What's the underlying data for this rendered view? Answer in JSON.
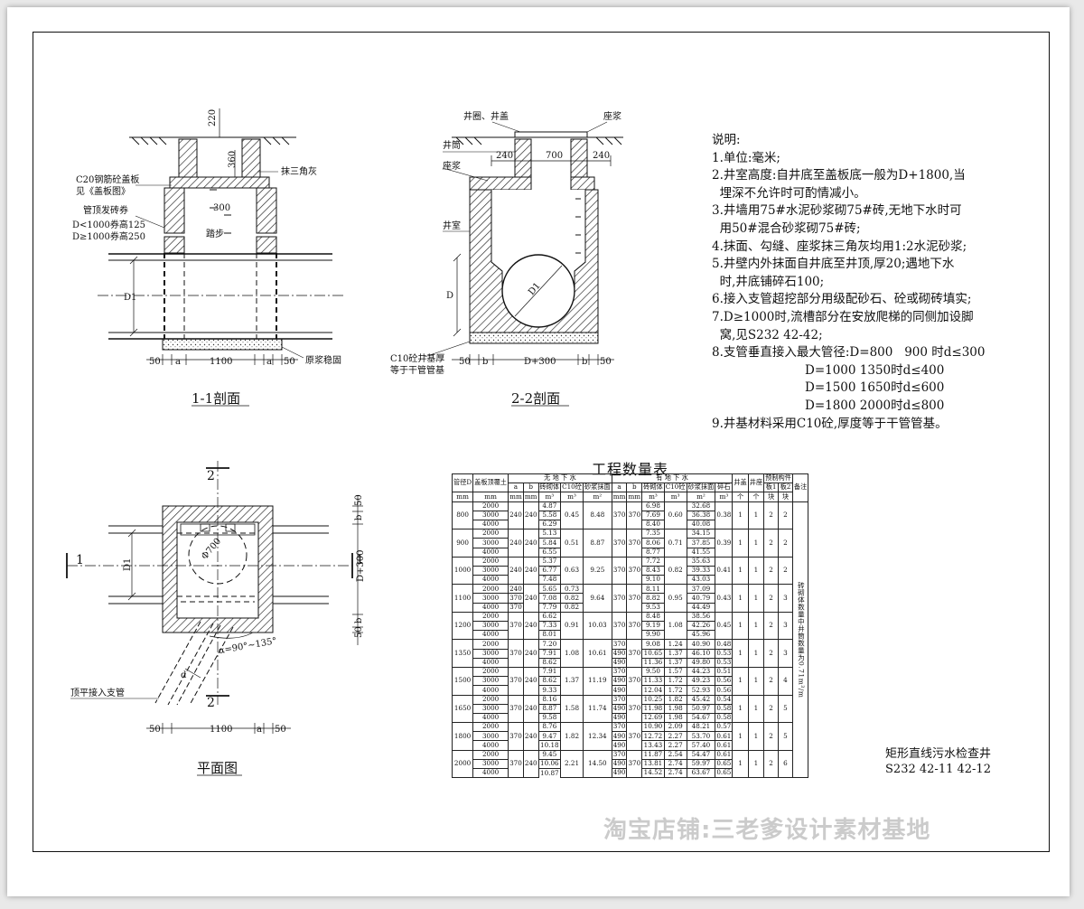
{
  "drawing": {
    "section1_title": "1-1剖面",
    "section2_title": "2-2剖面",
    "plan_title": "平面图",
    "s1_labels": {
      "dim_top": "220",
      "dim_360": "360",
      "slab": "C20钢筋砼盖板",
      "slab_ref": "见《盖板图》",
      "triangle": "抹三角灰",
      "arch": "管顶发砖券",
      "arch_a": "D<1000券高125",
      "arch_b": "D≥1000券高250",
      "step": "300",
      "step_label": "踏步",
      "d1": "D1",
      "base": "原浆稳固",
      "dim_50a": "50",
      "dim_a1": "a",
      "dim_1100": "1100",
      "dim_a2": "a",
      "dim_50b": "50"
    },
    "s2_labels": {
      "frame": "井圈、井盖",
      "seat_top": "座浆",
      "shaft": "井筒",
      "seat": "座浆",
      "chamber": "井室",
      "d240a": "240",
      "d700": "700",
      "d240b": "240",
      "d": "D",
      "d1": "D1",
      "base": "C10砼井基厚",
      "base2": "等于干管管基",
      "dim_50a": "50",
      "dim_b1": "b",
      "dim_main": "D+300",
      "dim_b2": "b",
      "dim_50b": "50"
    },
    "plan_labels": {
      "cut1_left": "1",
      "cut1_right": "1",
      "cut2_top": "2",
      "cut2_bottom": "2",
      "phi": "Φ700",
      "d1": "D1",
      "angle": "α=90°~135°",
      "branch": "顶平接入支管",
      "d_small": "d",
      "dim_50a": "50",
      "dim_1100": "1100",
      "dim_a": "a",
      "dim_50b": "50",
      "v_50a": "50",
      "v_b1": "b",
      "v_main": "D+300",
      "v_b2": "b",
      "v_50b": "50"
    }
  },
  "notes": {
    "title": "说明:",
    "lines": [
      "1.单位:毫米;",
      "2.井室高度:自井底至盖板底一般为D+1800,当",
      "  埋深不允许时可酌情减小。",
      "3.井墙用75#水泥砂浆砌75#砖,无地下水时可",
      "  用50#混合砂浆砌75#砖;",
      "4.抹面、勾缝、座浆抹三角灰均用1:2水泥砂浆;",
      "5.井壁内外抹面自井底至井顶,厚20;遇地下水",
      "  时,井底铺碎石100;",
      "6.接入支管超挖部分用级配砂石、砼或砌砖填实;",
      "7.D≥1000时,流槽部分在安放爬梯的同侧加设脚",
      "  窝,见S232 42-42;",
      "8.支管垂直接入最大管径:D=800   900 时d≤300",
      "                        D=1000 1350时d≤400",
      "                        D=1500 1650时d≤600",
      "                        D=1800 2000时d≤800",
      "9.井基材料采用C10砼,厚度等于干管管基。"
    ]
  },
  "table": {
    "title": "工程数量表",
    "header1": [
      "管径D",
      "盖板顶覆土",
      "无 地 下 水",
      "有 地 下 水",
      "井盖",
      "井座",
      "预制构件",
      "备注"
    ],
    "header2": [
      "a",
      "b",
      "砖砌体",
      "C10砼",
      "砂浆抹面",
      "a",
      "b",
      "砖砌体",
      "C10砼",
      "砂浆抹面",
      "碎石",
      "板1",
      "板2"
    ],
    "units": [
      "mm",
      "mm",
      "mm",
      "mm",
      "m³",
      "m³",
      "m²",
      "mm",
      "mm",
      "m³",
      "m³",
      "m²",
      "m³",
      "个",
      "个",
      "块",
      "块"
    ],
    "remark": "砖砌体数量中井筒数量为0.71m³/m",
    "groups": [
      {
        "D": "800",
        "a": "240",
        "b": "240",
        "c10": "0.45",
        "mo": "8.48",
        "a2": "370",
        "b2": "370",
        "c102": "0.60",
        "sui": "0.38",
        "jg": "1",
        "jz": "1",
        "b1": "2",
        "bb2": "2",
        "rows": [
          [
            "2000",
            "",
            "",
            "4.87",
            "",
            "6.98",
            "",
            "32.68"
          ],
          [
            "3000",
            "",
            "",
            "5.58",
            "",
            "7.69",
            "",
            "36.38"
          ],
          [
            "4000",
            "",
            "",
            "6.29",
            "",
            "8.40",
            "",
            "40.08"
          ]
        ]
      },
      {
        "D": "900",
        "a": "240",
        "b": "240",
        "c10": "0.51",
        "mo": "8.87",
        "a2": "370",
        "b2": "370",
        "c102": "0.71",
        "sui": "0.39",
        "jg": "1",
        "jz": "1",
        "b1": "2",
        "bb2": "2",
        "rows": [
          [
            "2000",
            "",
            "",
            "5.13",
            "",
            "7.35",
            "",
            "34.15"
          ],
          [
            "3000",
            "",
            "",
            "5.84",
            "",
            "8.06",
            "",
            "37.85"
          ],
          [
            "4000",
            "",
            "",
            "6.55",
            "",
            "8.77",
            "",
            "41.55"
          ]
        ]
      },
      {
        "D": "1000",
        "a": "240",
        "b": "240",
        "c10": "0.63",
        "mo": "9.25",
        "a2": "370",
        "b2": "370",
        "c102": "0.82",
        "sui": "0.41",
        "jg": "1",
        "jz": "1",
        "b1": "2",
        "bb2": "2",
        "rows": [
          [
            "2000",
            "",
            "",
            "5.37",
            "",
            "7.72",
            "",
            "35.63"
          ],
          [
            "3000",
            "",
            "",
            "6.77",
            "",
            "8.43",
            "",
            "39.33"
          ],
          [
            "4000",
            "",
            "",
            "7.48",
            "",
            "9.10",
            "",
            "43.03"
          ]
        ]
      },
      {
        "D": "1100",
        "a": "",
        "b": "240",
        "c10": "",
        "mo": "9.64",
        "a2": "370",
        "b2": "370",
        "c102": "0.95",
        "sui": "0.43",
        "jg": "1",
        "jz": "1",
        "b1": "2",
        "bb2": "3",
        "rows": [
          [
            "2000",
            "240",
            "",
            "5.65",
            "0.73",
            "8.11",
            "",
            "37.09"
          ],
          [
            "3000",
            "370",
            "",
            "7.08",
            "0.82",
            "8.82",
            "",
            "40.79"
          ],
          [
            "4000",
            "370",
            "",
            "7.79",
            "0.82",
            "9.53",
            "",
            "44.49"
          ]
        ]
      },
      {
        "D": "1200",
        "a": "370",
        "b": "240",
        "c10": "0.91",
        "mo": "10.03",
        "a2": "370",
        "b2": "370",
        "c102": "1.08",
        "sui": "0.45",
        "jg": "1",
        "jz": "1",
        "b1": "2",
        "bb2": "3",
        "rows": [
          [
            "2000",
            "",
            "",
            "6.62",
            "",
            "8.48",
            "",
            "38.56"
          ],
          [
            "3000",
            "",
            "",
            "7.33",
            "",
            "9.19",
            "",
            "42.26"
          ],
          [
            "4000",
            "",
            "",
            "8.01",
            "",
            "9.90",
            "",
            "45.96"
          ]
        ]
      },
      {
        "D": "1350",
        "a": "370",
        "b": "240",
        "c10": "1.08",
        "mo": "10.61",
        "a2": "",
        "b2": "370",
        "c102": "",
        "sui": "",
        "jg": "1",
        "jz": "1",
        "b1": "2",
        "bb2": "3",
        "rows": [
          [
            "2000",
            "",
            "",
            "7.20",
            "",
            "9.08",
            "1.24",
            "40.90",
            "0.48",
            "370"
          ],
          [
            "3000",
            "",
            "",
            "7.91",
            "",
            "10.65",
            "1.37",
            "46.10",
            "0.53",
            "490"
          ],
          [
            "4000",
            "",
            "",
            "8.62",
            "",
            "11.36",
            "1.37",
            "49.80",
            "0.53",
            "490"
          ]
        ]
      },
      {
        "D": "1500",
        "a": "370",
        "b": "240",
        "c10": "1.37",
        "mo": "11.19",
        "a2": "",
        "b2": "370",
        "c102": "",
        "sui": "",
        "jg": "1",
        "jz": "1",
        "b1": "2",
        "bb2": "4",
        "rows": [
          [
            "2000",
            "",
            "",
            "7.91",
            "",
            "9.50",
            "1.57",
            "44.23",
            "0.51",
            "370"
          ],
          [
            "3000",
            "",
            "",
            "8.62",
            "",
            "11.33",
            "1.72",
            "49.23",
            "0.56",
            "490"
          ],
          [
            "4000",
            "",
            "",
            "9.33",
            "",
            "12.04",
            "1.72",
            "52.93",
            "0.56",
            "490"
          ]
        ]
      },
      {
        "D": "1650",
        "a": "370",
        "b": "240",
        "c10": "1.58",
        "mo": "11.74",
        "a2": "",
        "b2": "370",
        "c102": "",
        "sui": "",
        "jg": "1",
        "jz": "1",
        "b1": "2",
        "bb2": "5",
        "rows": [
          [
            "2000",
            "",
            "",
            "8.16",
            "",
            "10.25",
            "1.82",
            "45.42",
            "0.54",
            "370"
          ],
          [
            "3000",
            "",
            "",
            "8.87",
            "",
            "11.98",
            "1.98",
            "50.97",
            "0.58",
            "490"
          ],
          [
            "4000",
            "",
            "",
            "9.58",
            "",
            "12.69",
            "1.98",
            "54.67",
            "0.58",
            "490"
          ]
        ]
      },
      {
        "D": "1800",
        "a": "370",
        "b": "240",
        "c10": "1.82",
        "mo": "12.34",
        "a2": "",
        "b2": "370",
        "c102": "",
        "sui": "",
        "jg": "1",
        "jz": "1",
        "b1": "2",
        "bb2": "5",
        "rows": [
          [
            "2000",
            "",
            "",
            "8.76",
            "",
            "10.90",
            "2.09",
            "48.21",
            "0.57",
            "370"
          ],
          [
            "3000",
            "",
            "",
            "9.47",
            "",
            "12.72",
            "2.27",
            "53.70",
            "0.61",
            "490"
          ],
          [
            "4000",
            "",
            "",
            "10.18",
            "",
            "13.43",
            "2.27",
            "57.40",
            "0.61",
            "490"
          ]
        ]
      },
      {
        "D": "2000",
        "a": "370",
        "b": "240",
        "c10": "2.21",
        "mo": "14.50",
        "a2": "",
        "b2": "370",
        "c102": "",
        "sui": "",
        "jg": "1",
        "jz": "1",
        "b1": "2",
        "bb2": "6",
        "rows": [
          [
            "2000",
            "",
            "",
            "9.45",
            "",
            "11.87",
            "2.54",
            "54.47",
            "0.61",
            "370"
          ],
          [
            "3000",
            "",
            "",
            "10.06",
            "",
            "13.81",
            "2.74",
            "59.97",
            "0.65",
            "490"
          ],
          [
            "4000",
            "",
            "",
            "10.87",
            "",
            "14.52",
            "2.74",
            "63.67",
            "0.65",
            "490"
          ]
        ]
      }
    ]
  },
  "caption": {
    "line1": "矩形直线污水检查井",
    "line2": "S232  42-11 42-12"
  },
  "watermark": "淘宝店铺:三老爹设计素材基地"
}
